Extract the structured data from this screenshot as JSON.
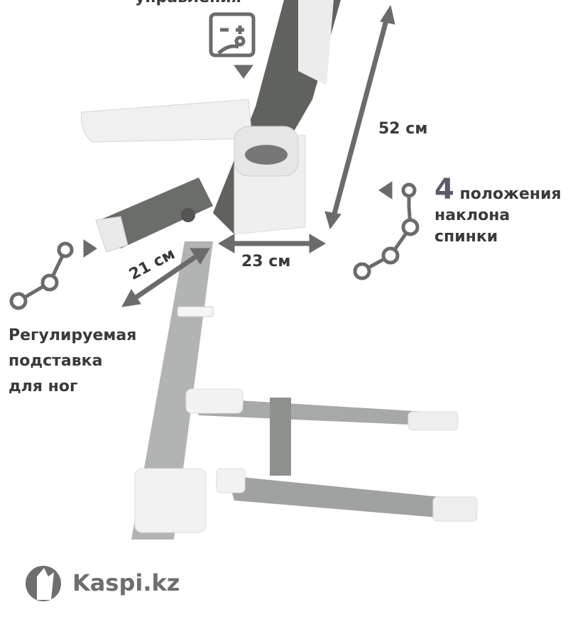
{
  "labels": {
    "control_panel_top": "управления",
    "backrest_height": "52 см",
    "seat_depth": "23 см",
    "footrest_depth": "21 см",
    "recline_number": "4",
    "recline_text_1": "положения",
    "recline_text_2": "наклона",
    "recline_text_3": "спинки",
    "footrest_1": "Регулируемая",
    "footrest_2": "подставка",
    "footrest_3": "для ног"
  },
  "watermark": {
    "text": "Kaspi.kz"
  },
  "colors": {
    "arrow": "#6b6b6b",
    "seat": "#5f625d",
    "frame": "#a8aaa9",
    "text": "#3a3a3a"
  }
}
